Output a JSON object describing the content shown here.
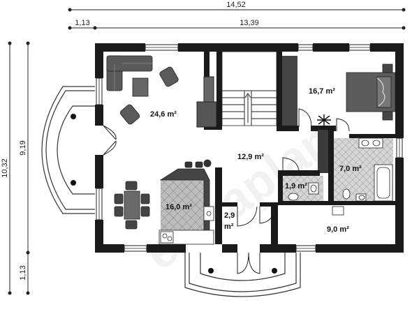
{
  "dimensions": {
    "total_width": "14,52",
    "width_offset": "1,13",
    "width_main": "13,39",
    "total_height": "10,32",
    "height_main": "9,19",
    "height_offset": "1,13"
  },
  "rooms": {
    "living": "24,6 m²",
    "kitchen": "16,0 m²",
    "hall": "12,9 m²",
    "bedroom": "16,7 m²",
    "bathroom": "7,0 m²",
    "wc": "1,9 m²",
    "entry_a": "2,9",
    "entry_b": "m²",
    "utility": "9,0 m²"
  },
  "colors": {
    "wall": "#1a1a1a",
    "furniture": "#555555",
    "tile": "#cfcfcf"
  }
}
